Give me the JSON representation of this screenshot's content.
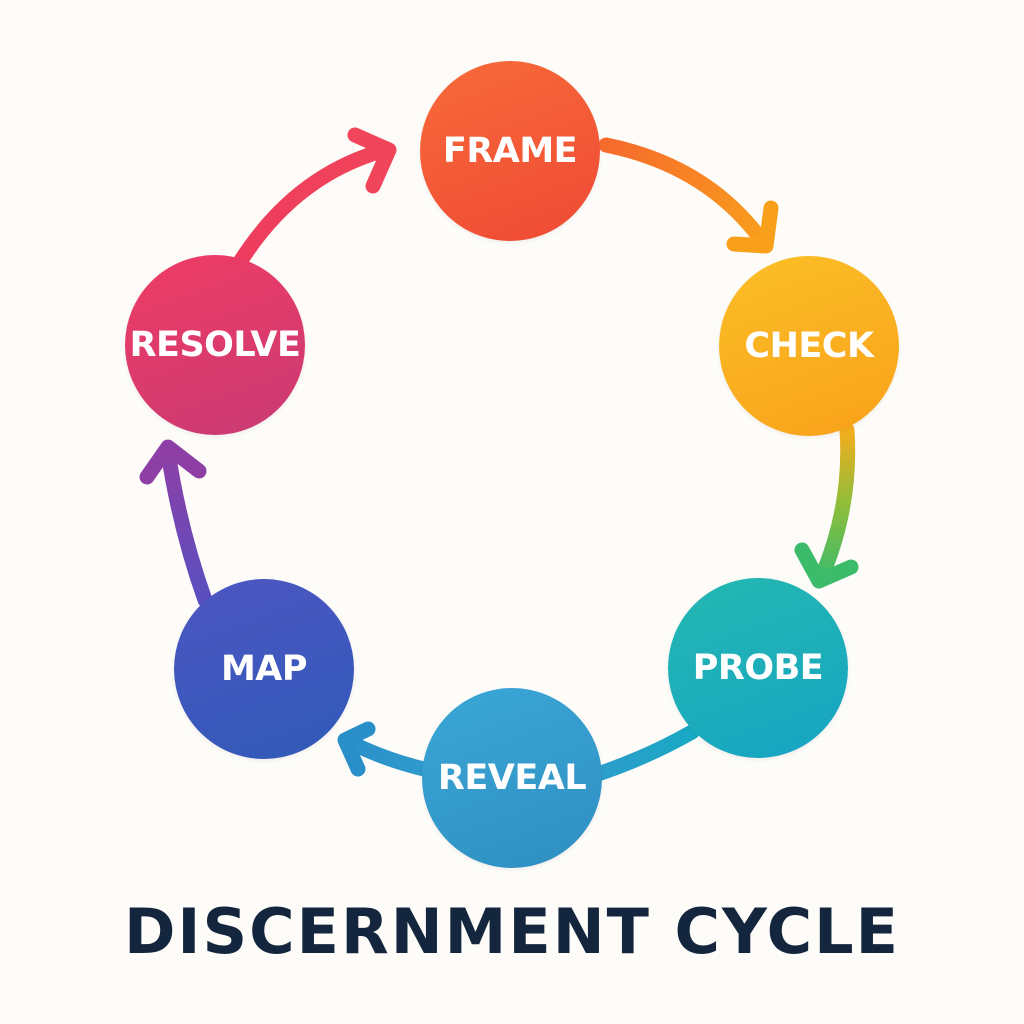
{
  "diagram": {
    "title": "DISCERNMENT CYCLE",
    "type": "cycle",
    "nodes": [
      {
        "id": "frame",
        "label": "FRAME",
        "color": "#f35a37"
      },
      {
        "id": "check",
        "label": "CHECK",
        "color": "#fab023"
      },
      {
        "id": "probe",
        "label": "PROBE",
        "color": "#1daeba"
      },
      {
        "id": "reveal",
        "label": "REVEAL",
        "color": "#359bcc"
      },
      {
        "id": "map",
        "label": "MAP",
        "color": "#3f58bd"
      },
      {
        "id": "resolve",
        "label": "RESOLVE",
        "color": "#dc3b6c"
      }
    ],
    "edges": [
      {
        "from": "frame",
        "to": "check"
      },
      {
        "from": "check",
        "to": "probe"
      },
      {
        "from": "probe",
        "to": "reveal"
      },
      {
        "from": "reveal",
        "to": "map"
      },
      {
        "from": "map",
        "to": "resolve"
      },
      {
        "from": "resolve",
        "to": "frame"
      }
    ]
  }
}
